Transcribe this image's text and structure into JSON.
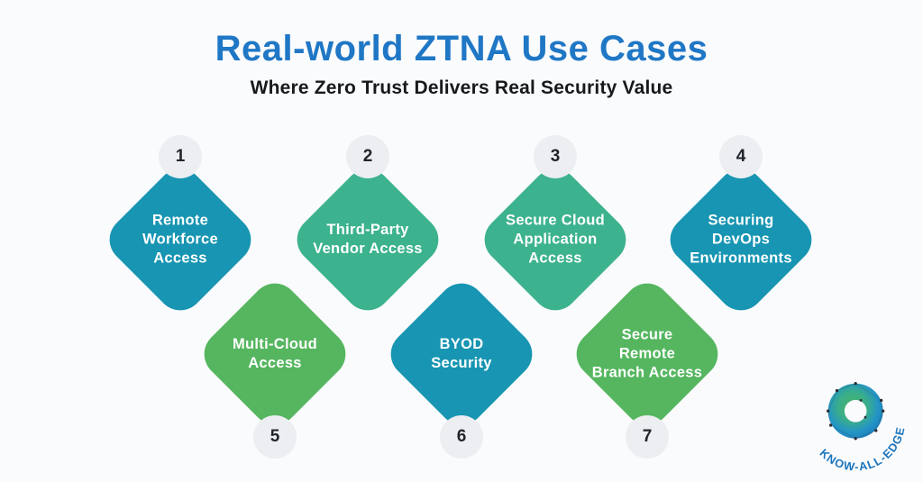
{
  "title": "Real-world ZTNA Use Cases",
  "subtitle": "Where Zero Trust Delivers Real Security Value",
  "use_cases": [
    {
      "number": "1",
      "label": "Remote\nWorkforce\nAccess",
      "color": "#1795B2",
      "badge_position": "top"
    },
    {
      "number": "2",
      "label": "Third-Party\nVendor Access",
      "color": "#3CB28E",
      "badge_position": "top"
    },
    {
      "number": "3",
      "label": "Secure Cloud\nApplication\nAccess",
      "color": "#3CB28E",
      "badge_position": "top"
    },
    {
      "number": "4",
      "label": "Securing\nDevOps\nEnvironments",
      "color": "#1795B2",
      "badge_position": "top"
    },
    {
      "number": "5",
      "label": "Multi-Cloud\nAccess",
      "color": "#55B65F",
      "badge_position": "bottom"
    },
    {
      "number": "6",
      "label": "BYOD\nSecurity",
      "color": "#1795B2",
      "badge_position": "bottom"
    },
    {
      "number": "7",
      "label": "Secure\nRemote\nBranch Access",
      "color": "#55B65F",
      "badge_position": "bottom"
    }
  ],
  "colors": {
    "background": "#FAFBFD",
    "title_blue": "#1F77C5",
    "subtitle_dark": "#17191C",
    "teal": "#1795B2",
    "seagreen": "#3CB28E",
    "green": "#55B65F",
    "badge_bg": "#ECEEF1",
    "badge_text": "#20242B",
    "diamond_text": "#FFFFFF",
    "logo_blue": "#1B75BC"
  },
  "logo": {
    "text": "KNOW-ALL-EDGE"
  }
}
